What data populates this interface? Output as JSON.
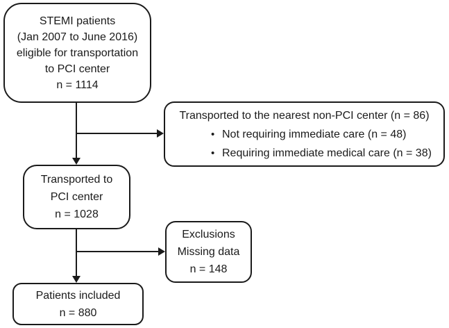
{
  "diagram": {
    "boxes": {
      "stemi": {
        "lines": [
          "STEMI patients",
          "(Jan 2007 to June 2016)",
          "eligible for transportation",
          "to PCI center",
          "n = 1114"
        ]
      },
      "non_pci": {
        "title": "Transported to the nearest non-PCI center (n = 86)",
        "bullet_glyph": "•",
        "bullets": [
          "Not requiring immediate care (n = 48)",
          "Requiring immediate medical care (n = 38)"
        ]
      },
      "pci": {
        "lines": [
          "Transported to",
          "PCI center",
          "n = 1028"
        ]
      },
      "exclusions": {
        "lines": [
          "Exclusions",
          "Missing data",
          "n = 148"
        ]
      },
      "included": {
        "lines": [
          "Patients included",
          "n = 880"
        ]
      }
    },
    "colors": {
      "border": "#1a1a1a",
      "text": "#1a1a1a",
      "background": "#ffffff",
      "line": "#1a1a1a"
    }
  }
}
